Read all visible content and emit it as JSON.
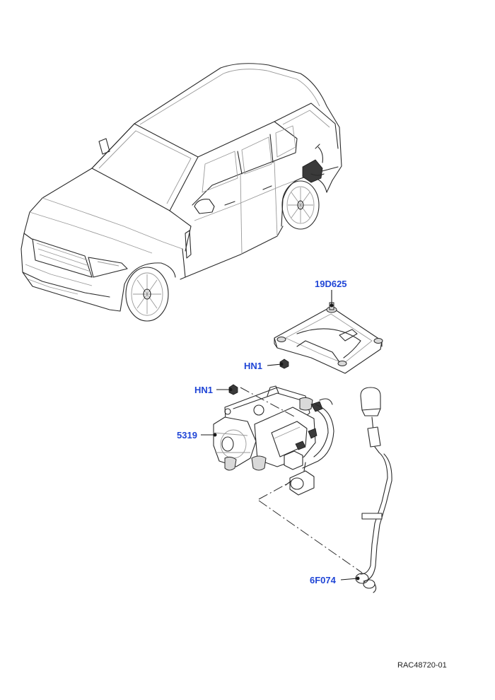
{
  "callouts": {
    "bracket": "19D625",
    "nut_upper": "HN1",
    "nut_lower": "HN1",
    "compressor": "5319",
    "harness": "6F074"
  },
  "reference_code": "RAC48720-01",
  "colors": {
    "callout_text": "#1f45d6",
    "line_art": "#2a2a2a"
  }
}
